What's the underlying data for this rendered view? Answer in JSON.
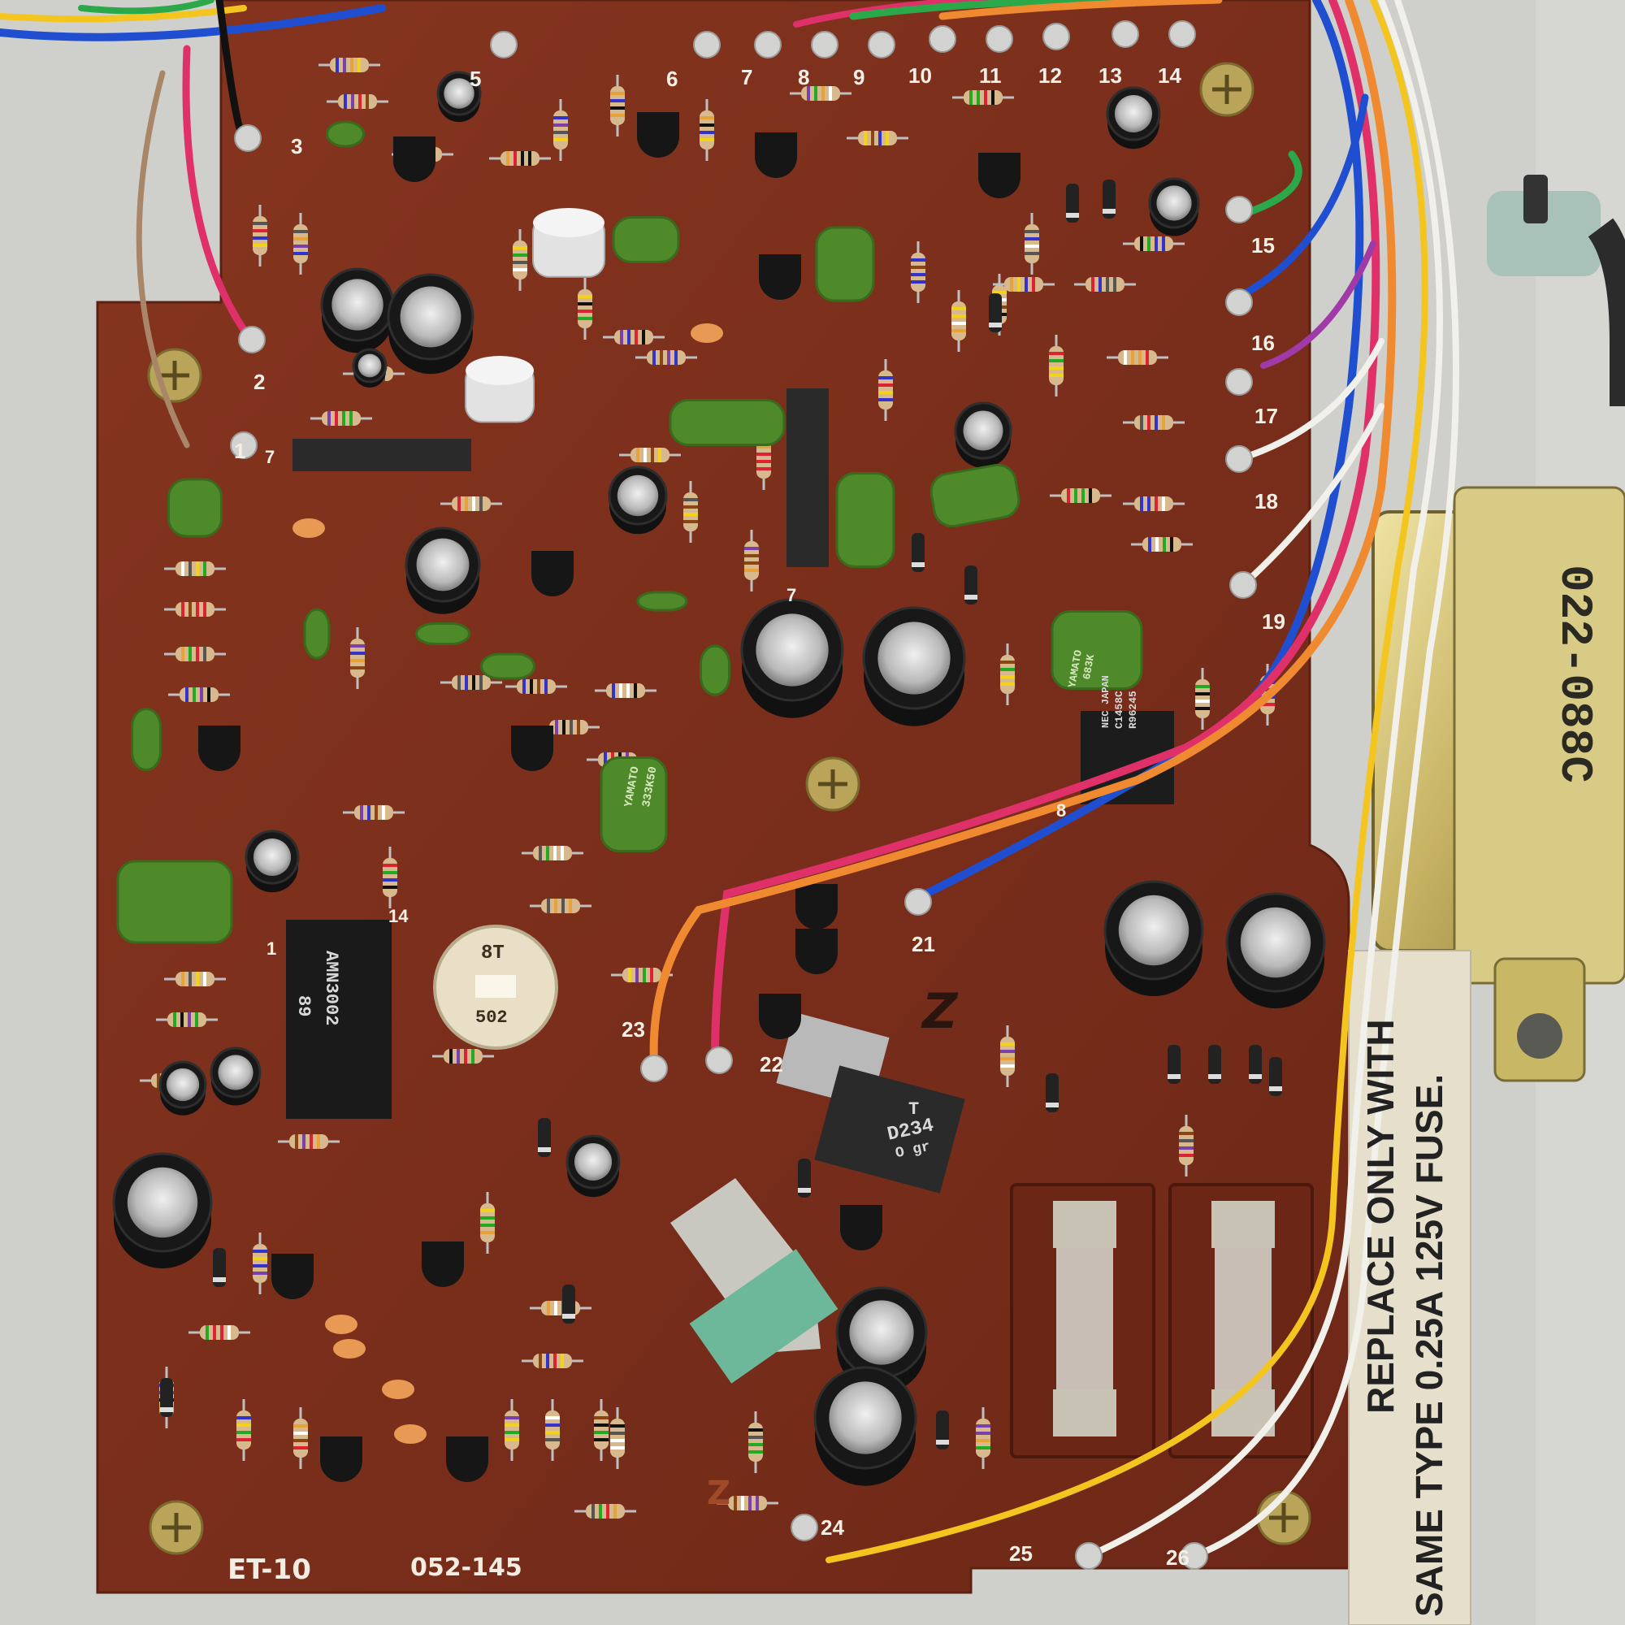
{
  "board": {
    "model_label": "ET-10",
    "part_number": "052-145",
    "pad_labels": [
      "1",
      "2",
      "3",
      "5",
      "6",
      "7",
      "8",
      "9",
      "10",
      "11",
      "12",
      "13",
      "14",
      "15",
      "16",
      "17",
      "18",
      "19",
      "21",
      "22",
      "23",
      "24",
      "25",
      "26"
    ],
    "pin_labels": {
      "ic1_pin1": "1",
      "ic1_pin14": "14",
      "ic2_pin7": "7",
      "ic3_pin7": "7",
      "ic4_pin8": "8"
    },
    "silk_marks": [
      "Z",
      "Z"
    ]
  },
  "components": {
    "ic_main": {
      "line1": "AMN3002",
      "line2": "89"
    },
    "ic_opamp": {
      "line1": "NEC JAPAN",
      "line2": "C1458C",
      "line3": "R96245"
    },
    "trimmer": {
      "top": "8T",
      "bottom": "502"
    },
    "regulator": {
      "line1": "T",
      "line2": "D234",
      "line3": "O gr"
    },
    "film_cap_mid": {
      "line1": "YAMATO",
      "line2": "333K50"
    },
    "film_cap_right": {
      "line1": "YAMATO",
      "line2": "683K"
    }
  },
  "transformer": {
    "label": "022-088C"
  },
  "fuse_warning": {
    "line1": "REPLACE ONLY WITH",
    "line2": "SAME TYPE 0.25A 125V FUSE."
  },
  "colors": {
    "pcb": "#7a2e1c",
    "chassis": "#cfcfcc",
    "wire_blue": "#1f4fd0",
    "wire_pink": "#e0306a",
    "wire_orange": "#f08a30",
    "wire_yellow": "#f3c51e",
    "wire_white": "#f2f0ea",
    "wire_green": "#2aa84a"
  }
}
